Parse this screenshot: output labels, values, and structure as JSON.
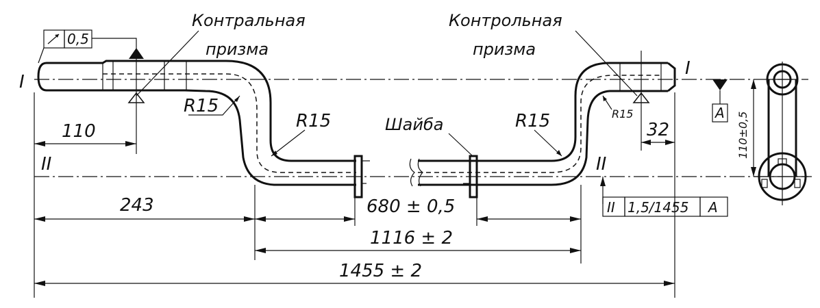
{
  "labels": {
    "prism_left_line1": "Контральная",
    "prism_left_line2": "призма",
    "prism_right_line1": "Контрольная",
    "prism_right_line2": "призма",
    "washer": "Шайба",
    "axis_I_left": "I",
    "axis_I_right": "I",
    "axis_II_left": "II",
    "axis_II_right": "II",
    "datum_A": "A"
  },
  "dimensions": {
    "d110": "110",
    "d243": "243",
    "d680": "680 ± 0,5",
    "d1116": "1116 ± 2",
    "d1455": "1455 ± 2",
    "d32": "32",
    "d110_vert": "110±0,5",
    "r15_left_outer": "R15",
    "r15_left_inner": "R15",
    "r15_right_inner": "R15",
    "r15_right_outer": "R15"
  },
  "tolerances": {
    "runout_value": "0,5",
    "frame_axis": "II",
    "frame_value": "1,5/1455",
    "frame_datum": "A"
  }
}
